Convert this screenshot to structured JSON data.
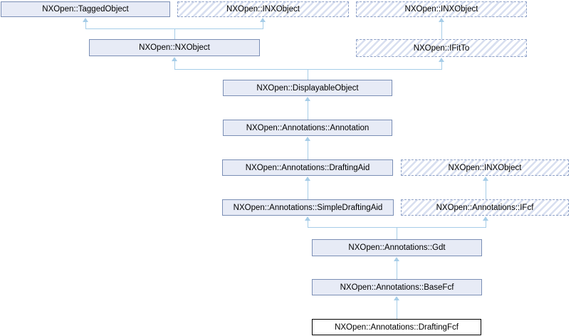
{
  "diagram": {
    "type": "class-inheritance-graph",
    "nodes": [
      {
        "label": "NXOpen::TaggedObject",
        "style": "solid"
      },
      {
        "label": "NXOpen::INXObject",
        "style": "hatched"
      },
      {
        "label": "NXOpen::INXObject",
        "style": "hatched"
      },
      {
        "label": "NXOpen::NXObject",
        "style": "solid"
      },
      {
        "label": "NXOpen::IFitTo",
        "style": "hatched"
      },
      {
        "label": "NXOpen::DisplayableObject",
        "style": "solid"
      },
      {
        "label": "NXOpen::Annotations::Annotation",
        "style": "solid"
      },
      {
        "label": "NXOpen::Annotations::DraftingAid",
        "style": "solid"
      },
      {
        "label": "NXOpen::INXObject",
        "style": "hatched"
      },
      {
        "label": "NXOpen::Annotations::SimpleDraftingAid",
        "style": "solid"
      },
      {
        "label": "NXOpen::Annotations::IFcf",
        "style": "hatched"
      },
      {
        "label": "NXOpen::Annotations::Gdt",
        "style": "solid"
      },
      {
        "label": "NXOpen::Annotations::BaseFcf",
        "style": "solid"
      },
      {
        "label": "NXOpen::Annotations::DraftingFcf",
        "style": "current"
      }
    ],
    "edges": [
      {
        "from": 3,
        "to": 0,
        "meaning": "inherits"
      },
      {
        "from": 3,
        "to": 1,
        "meaning": "inherits"
      },
      {
        "from": 4,
        "to": 2,
        "meaning": "inherits"
      },
      {
        "from": 5,
        "to": 3,
        "meaning": "inherits"
      },
      {
        "from": 5,
        "to": 4,
        "meaning": "inherits"
      },
      {
        "from": 6,
        "to": 5,
        "meaning": "inherits"
      },
      {
        "from": 7,
        "to": 6,
        "meaning": "inherits"
      },
      {
        "from": 9,
        "to": 7,
        "meaning": "inherits"
      },
      {
        "from": 10,
        "to": 8,
        "meaning": "inherits"
      },
      {
        "from": 11,
        "to": 9,
        "meaning": "inherits"
      },
      {
        "from": 11,
        "to": 10,
        "meaning": "inherits"
      },
      {
        "from": 12,
        "to": 11,
        "meaning": "inherits"
      },
      {
        "from": 13,
        "to": 12,
        "meaning": "inherits"
      }
    ],
    "colors": {
      "node_fill": "#e7ebf6",
      "node_border": "#7a8eb5",
      "hatch_stripe": "#d8dff0",
      "hatched_border": "#8da0c6",
      "current_border": "#000000",
      "edge": "#a6cde8",
      "text": "#000000",
      "background": "#ffffff"
    }
  }
}
